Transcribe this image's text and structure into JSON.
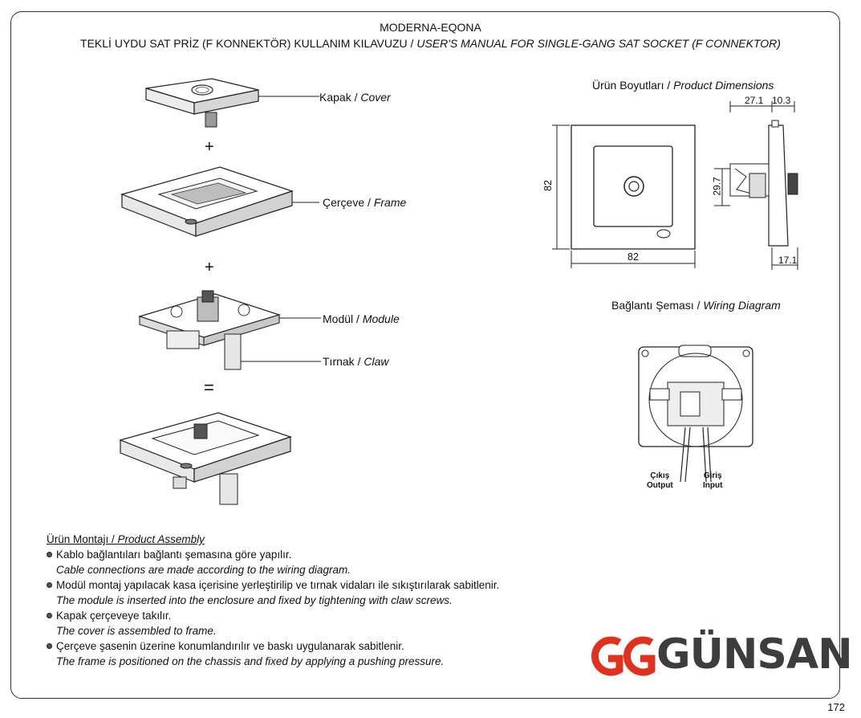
{
  "header": {
    "line1": "MODERNA-EQONA",
    "line2_tr": "TEKLİ UYDU SAT PRİZ (F KONNEKTÖR) KULLANIM KILAVUZU / ",
    "line2_en": "USER'S MANUAL FOR  SINGLE-GANG SAT SOCKET (F CONNEKTOR)"
  },
  "parts": [
    {
      "tr": "Kapak",
      "en": "Cover"
    },
    {
      "tr": "Çerçeve",
      "en": "Frame"
    },
    {
      "tr": "Modül",
      "en": "Module"
    },
    {
      "tr": "Tırnak",
      "en": "Claw"
    }
  ],
  "operators": {
    "plus": "+",
    "equals": "="
  },
  "dimensions": {
    "title_tr": "Ürün Boyutları / ",
    "title_en": "Product Dimensions",
    "height": "82",
    "width": "82",
    "depth_a": "27.1",
    "depth_b": "10.3",
    "inner": "29.7",
    "depth_c": "17.1"
  },
  "wiring": {
    "title_tr": "Bağlantı Şeması / ",
    "title_en": "Wiring Diagram",
    "output_tr": "Çıkış",
    "output_en": "Output",
    "input_tr": "Giriş",
    "input_en": "Input"
  },
  "assembly": {
    "title_tr": "Ürün Montajı / ",
    "title_en": "Product Assembly",
    "steps": [
      {
        "tr": "Kablo bağlantıları bağlantı şemasına göre yapılır.",
        "en": "Cable connections are made according to the wiring diagram."
      },
      {
        "tr": "Modül montaj yapılacak kasa içerisine yerleştirilip ve tırnak vidaları ile sıkıştırılarak sabitlenir.",
        "en": "The module is inserted into the enclosure and fixed by tightening with claw screws."
      },
      {
        "tr": "Kapak çerçeveye takılır.",
        "en": "The cover is assembled to frame."
      },
      {
        "tr": "Çerçeve şasenin üzerine konumlandırılır ve baskı uygulanarak sabitlenir.",
        "en": "The frame is positioned on the chassis and fixed by applying a pushing pressure."
      }
    ]
  },
  "brand": {
    "name": "GÜNSAN",
    "color": "#e0311f",
    "text_color": "#3d3d3d"
  },
  "page_number": "172"
}
